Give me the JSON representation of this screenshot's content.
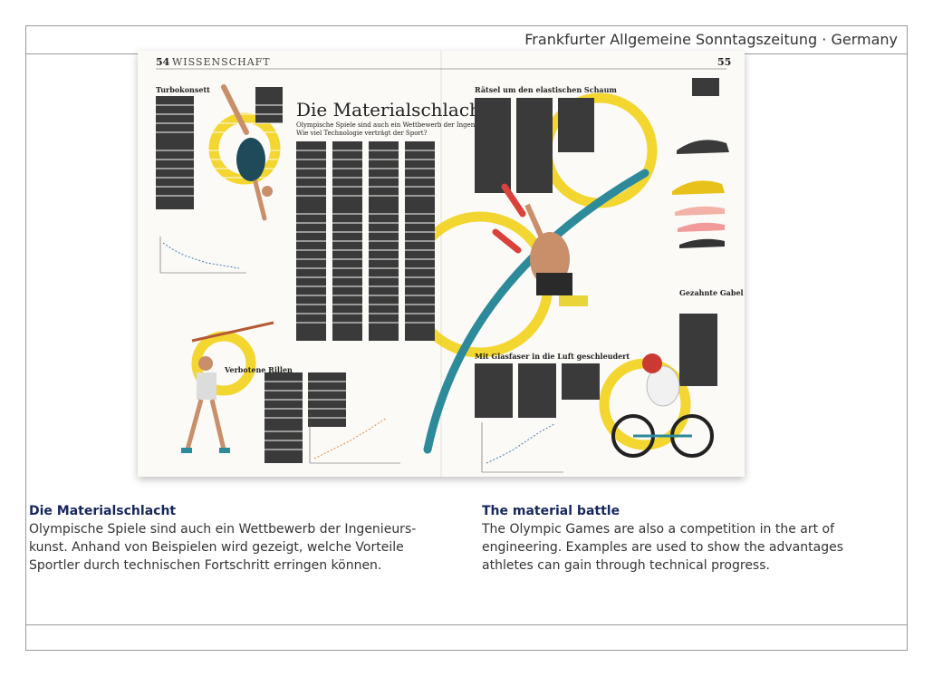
{
  "header": {
    "publication": "Frankfurter Allgemeine Sonntagszeitung · Germany"
  },
  "spread": {
    "left_page_number": "54",
    "left_section": "WISSENSCHAFT",
    "right_page_number": "55",
    "headline": "Die Materialschlacht",
    "subline": "Olympische Spiele sind auch ein Wettbewerb der Ingenieurskunst.",
    "subline2": "Wie viel Technologie verträgt der Sport?",
    "article_heads": [
      "Turbokonsett",
      "Rätsel um den elastischen Schaum",
      "Mit Glasfaser in die Luft geschleudert",
      "Verbotene Rillen",
      "Gezahnte Gabel"
    ],
    "colors": {
      "accent_yellow": "#f2d21b",
      "pole_teal": "#2c8a9a",
      "shoe_red": "#d9413a"
    }
  },
  "captions": {
    "german": {
      "title": "Die Materialschlacht",
      "line1": "Olympische Spiele sind auch ein Wettbewerb der Ingenieurs-",
      "line2": "kunst. Anhand von Beispielen wird gezeigt, welche Vorteile",
      "line3": "Sportler durch technischen Fortschritt erringen können."
    },
    "english": {
      "title": "The material battle",
      "line1": "The Olympic Games are also a competition in the art of",
      "line2": "engineering. Examples are used to show the advantages",
      "line3": "athletes can gain through technical progress."
    }
  }
}
